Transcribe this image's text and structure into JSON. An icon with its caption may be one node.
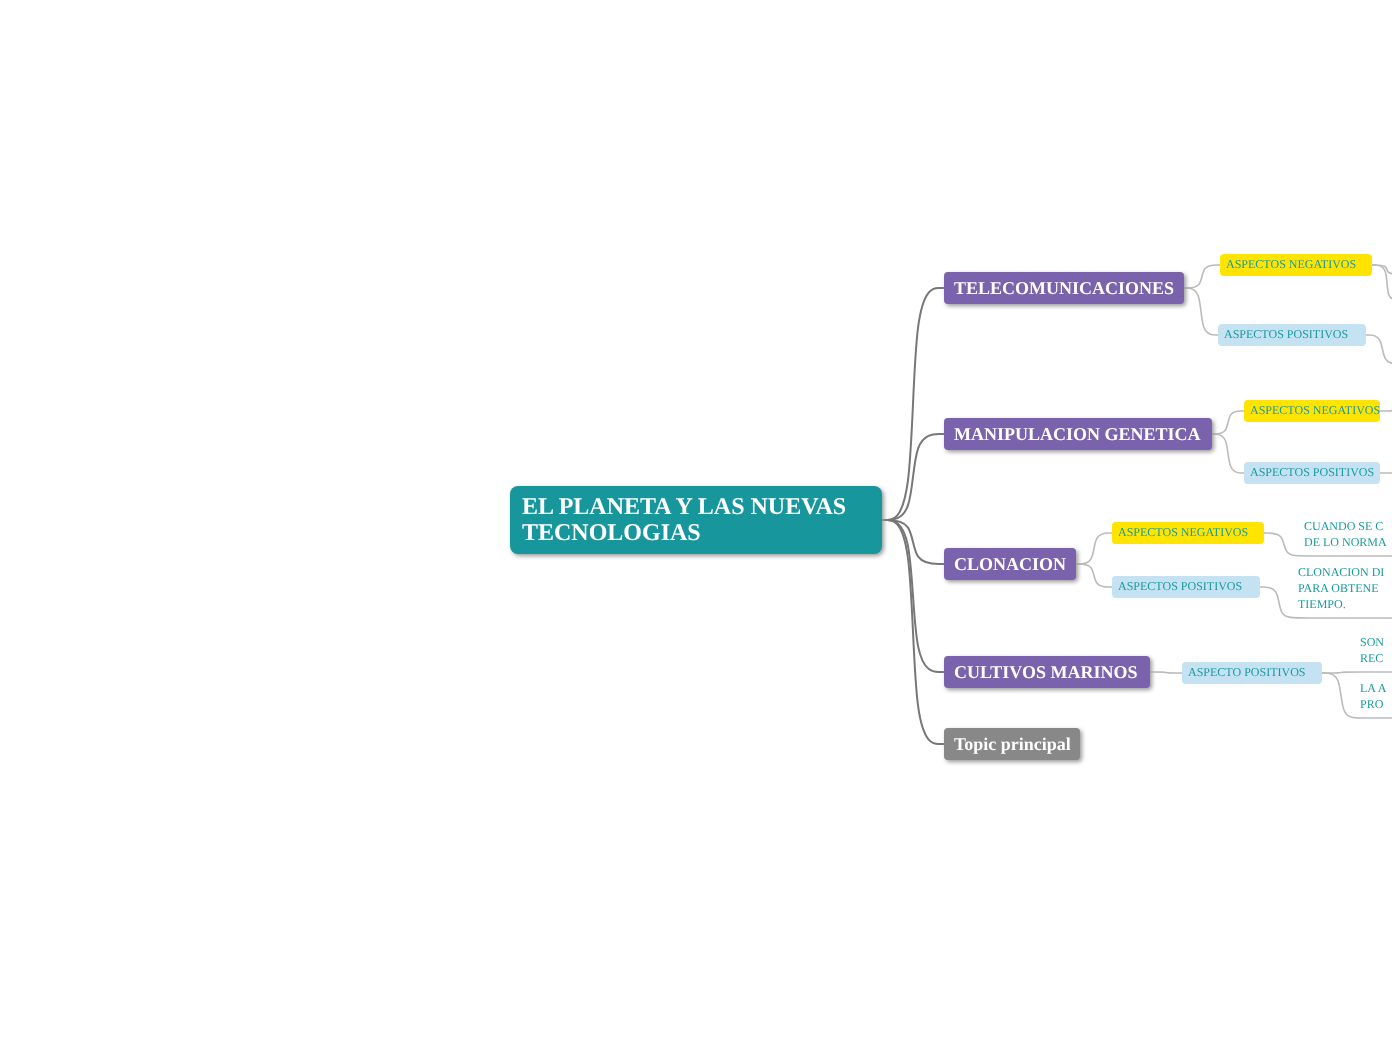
{
  "diagram": {
    "nodes": [
      {
        "text": [
          "EL PLANETA Y LAS NUEVAS TECNOLOGIAS"
        ]
      },
      {
        "text": [
          "TELECOMUNICACIONES"
        ]
      },
      {
        "text": [
          "ASPECTOS NEGATIVOS"
        ]
      },
      {
        "text": [
          "ASPECTOS POSITIVOS"
        ]
      },
      {
        "text": [
          "MANIPULACION GENETICA"
        ]
      },
      {
        "text": [
          "ASPECTOS NEGATIVOS"
        ]
      },
      {
        "text": [
          "ASPECTOS POSITIVOS"
        ]
      },
      {
        "text": [
          "CLONACION"
        ]
      },
      {
        "text": [
          "ASPECTOS NEGATIVOS"
        ]
      },
      {
        "text": [
          "CUANDO SE C DE LO NORMA"
        ]
      },
      {
        "text": [
          "ASPECTOS POSITIVOS"
        ]
      },
      {
        "text": [
          "CLONACION DI PARA OBTENE TIEMPO."
        ]
      },
      {
        "text": [
          "CULTIVOS MARINOS"
        ]
      },
      {
        "text": [
          "ASPECTO POSITIVOS"
        ]
      },
      {
        "text": [
          "SON REC"
        ]
      },
      {
        "text": [
          "LA A PRO"
        ]
      },
      {
        "text": [
          "Topic principal"
        ]
      }
    ],
    "edges": [
      {
        "from": 0,
        "to": 1,
        "arrow": "none"
      },
      {
        "from": 0,
        "to": 4,
        "arrow": "none"
      },
      {
        "from": 0,
        "to": 7,
        "arrow": "none"
      },
      {
        "from": 0,
        "to": 12,
        "arrow": "none"
      },
      {
        "from": 0,
        "to": 16,
        "arrow": "none"
      },
      {
        "from": 1,
        "to": 2,
        "arrow": "none"
      },
      {
        "from": 1,
        "to": 3,
        "arrow": "none"
      },
      {
        "from": 2,
        "to": null,
        "arrow": "none"
      },
      {
        "from": 2,
        "to": null,
        "arrow": "none"
      },
      {
        "from": 3,
        "to": null,
        "arrow": "none"
      },
      {
        "from": 4,
        "to": 5,
        "arrow": "none"
      },
      {
        "from": 4,
        "to": 6,
        "arrow": "none"
      },
      {
        "from": 5,
        "to": null,
        "arrow": "none"
      },
      {
        "from": 6,
        "to": null,
        "arrow": "none"
      },
      {
        "from": 7,
        "to": 8,
        "arrow": "none"
      },
      {
        "from": 7,
        "to": 10,
        "arrow": "none"
      },
      {
        "from": 8,
        "to": 9,
        "arrow": "none"
      },
      {
        "from": 10,
        "to": 11,
        "arrow": "none"
      },
      {
        "from": 12,
        "to": 13,
        "arrow": "none"
      },
      {
        "from": 13,
        "to": 14,
        "arrow": "none"
      },
      {
        "from": 13,
        "to": 15,
        "arrow": "none"
      }
    ]
  }
}
